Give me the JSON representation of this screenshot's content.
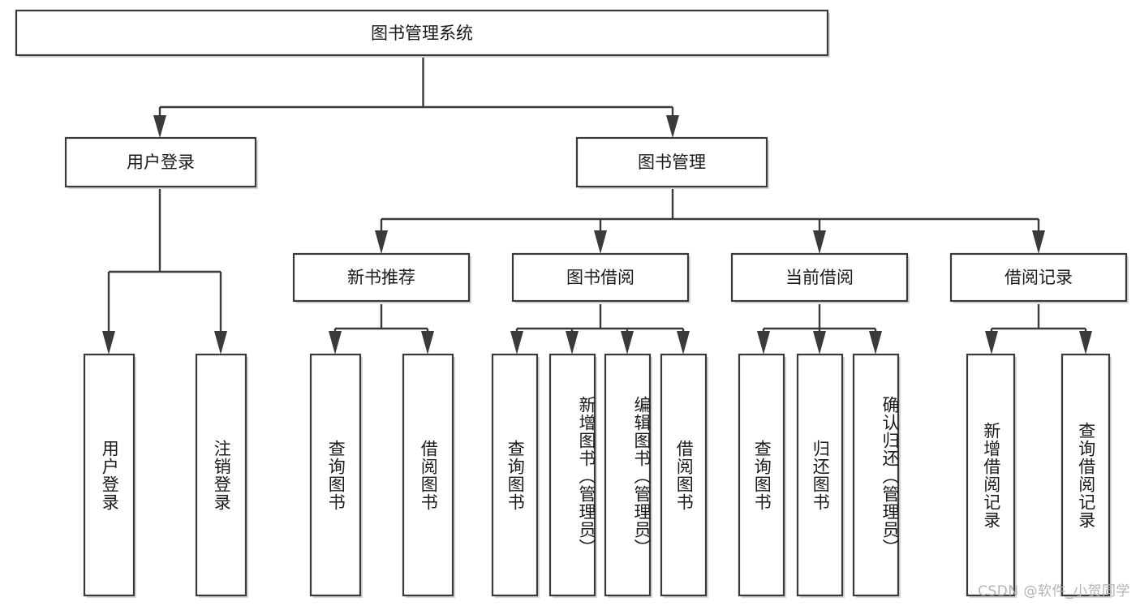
{
  "diagram": {
    "type": "tree-hierarchy",
    "title": "图书管理系统",
    "root": {
      "id": "root",
      "label": "图书管理系统"
    },
    "level2": [
      {
        "id": "user-login",
        "label": "用户登录"
      },
      {
        "id": "book-manage",
        "label": "图书管理"
      }
    ],
    "level3": [
      {
        "id": "new-book-recommend",
        "label": "新书推荐",
        "parent": "book-manage"
      },
      {
        "id": "book-borrow",
        "label": "图书借阅",
        "parent": "book-manage"
      },
      {
        "id": "current-borrow",
        "label": "当前借阅",
        "parent": "book-manage"
      },
      {
        "id": "borrow-record",
        "label": "借阅记录",
        "parent": "book-manage"
      }
    ],
    "leaves": [
      {
        "id": "leaf-user-login",
        "label": "用户登录",
        "parent": "user-login"
      },
      {
        "id": "leaf-logout-login",
        "label": "注销登录",
        "parent": "user-login"
      },
      {
        "id": "leaf-query-book-1",
        "label": "查询图书",
        "parent": "new-book-recommend"
      },
      {
        "id": "leaf-borrow-book-1",
        "label": "借阅图书",
        "parent": "new-book-recommend"
      },
      {
        "id": "leaf-query-book-2",
        "label": "查询图书",
        "parent": "book-borrow"
      },
      {
        "id": "leaf-add-book",
        "label": "新增图书（管理员）",
        "parent": "book-borrow"
      },
      {
        "id": "leaf-edit-book",
        "label": "编辑图书（管理员）",
        "parent": "book-borrow"
      },
      {
        "id": "leaf-borrow-book-2",
        "label": "借阅图书",
        "parent": "book-borrow"
      },
      {
        "id": "leaf-query-book-3",
        "label": "查询图书",
        "parent": "current-borrow"
      },
      {
        "id": "leaf-return-book",
        "label": "归还图书",
        "parent": "current-borrow"
      },
      {
        "id": "leaf-confirm-return",
        "label": "确认归还（管理员）",
        "parent": "current-borrow"
      },
      {
        "id": "leaf-add-record",
        "label": "新增借阅记录",
        "parent": "borrow-record"
      },
      {
        "id": "leaf-query-record",
        "label": "查询借阅记录",
        "parent": "borrow-record"
      }
    ],
    "colors": {
      "box_stroke": "#3a3a3a",
      "box_fill": "#ffffff",
      "connector": "#3a3a3a",
      "text": "#1a1a1a",
      "background": "#ffffff",
      "watermark": "#b3b3b3"
    }
  },
  "watermark": {
    "text": "CSDN @软件_小贺同学"
  }
}
